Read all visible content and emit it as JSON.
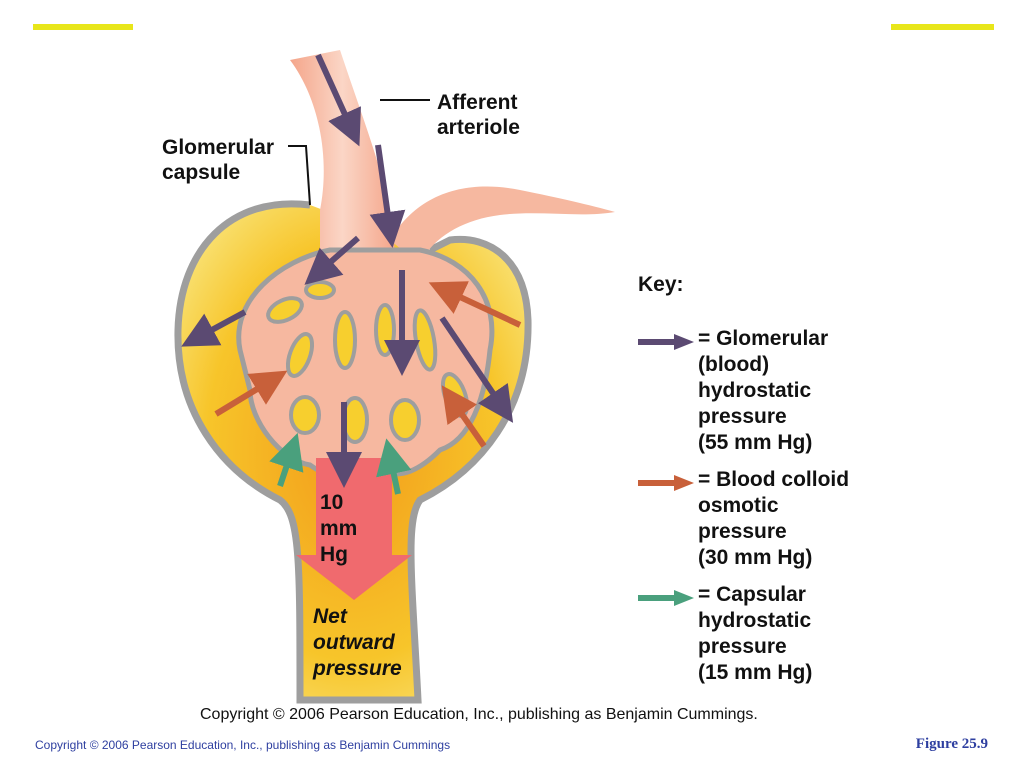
{
  "labels": {
    "afferent": "Afferent\narteriole",
    "glomerular_capsule": "Glomerular\ncapsule",
    "pressure_value": "10\nmm\nHg",
    "net_outward": "Net\noutward\npressure"
  },
  "key": {
    "title": "Key:",
    "items": [
      {
        "text": "= Glomerular\n   (blood)\n   hydrostatic\n   pressure\n   (55 mm Hg)",
        "color": "#5b4a72"
      },
      {
        "text": "= Blood colloid\n   osmotic\n   pressure\n   (30 mm Hg)",
        "color": "#c8603a"
      },
      {
        "text": "= Capsular\n   hydrostatic\n   pressure\n   (15 mm Hg)",
        "color": "#4aa07d"
      }
    ]
  },
  "footer": {
    "copyright_main": "Copyright © 2006 Pearson Education, Inc., publishing as Benjamin Cummings.",
    "copyright_slide": "Copyright © 2006 Pearson Education, Inc., publishing as Benjamin Cummings",
    "figure_number": "Figure 25.9"
  },
  "colors": {
    "capsule_yellow": "#f7cf2e",
    "capsule_orange": "#f2a21c",
    "vessel_pink": "#f6b8a0",
    "capsule_wall": "#9e9e9e",
    "net_arrow": "#f06a6e",
    "accent_bar": "#e8e61a",
    "footer_blue": "#2e3fa0"
  }
}
